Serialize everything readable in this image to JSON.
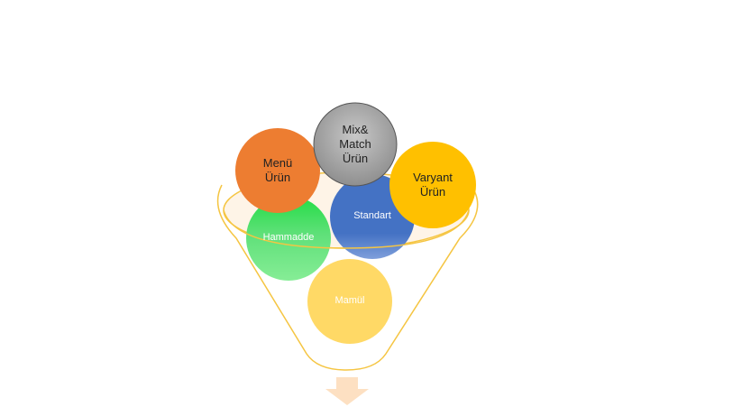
{
  "funnel": {
    "items": [
      {
        "id": "hammadde",
        "label": "Hammadde",
        "color": "#22dd44"
      },
      {
        "id": "standart",
        "label": "Standart",
        "color": "#4472c4"
      },
      {
        "id": "mamul",
        "label": "Mamül",
        "color": "#ffd966"
      },
      {
        "id": "menu",
        "label": "Menü\nÜrün",
        "color": "#ed7d31"
      },
      {
        "id": "mixmatch",
        "label": "Mix&\nMatch\nÜrün",
        "color": "#a5a5a5"
      },
      {
        "id": "varyant",
        "label": "Varyant\nÜrün",
        "color": "#ffc000"
      }
    ],
    "outline_color": "#f5c542",
    "rim_fill": "#fdebd3",
    "arrow_color": "#fde0c2"
  }
}
